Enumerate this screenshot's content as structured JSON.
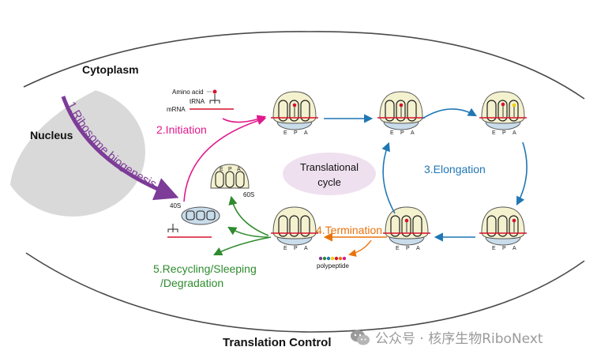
{
  "labels": {
    "cytoplasm": "Cytoplasm",
    "nucleus": "Nucleus",
    "biogenesis": "1.Ribosome biogenesis",
    "initiation": "2.Initiation",
    "elongation": "3.Elongation",
    "termination": "4.Termination",
    "recycling_line1": "5.Recycling/Sleeping",
    "recycling_line2": "/Degradation",
    "cycle_line1": "Translational",
    "cycle_line2": "cycle",
    "amino_acid": "Amino acid",
    "trna": "tRNA",
    "mrna": "mRNA",
    "subunit_40s": "40S",
    "subunit_60s": "60S",
    "polypeptide": "polypeptide",
    "site_e": "E",
    "site_p": "P",
    "site_a": "A",
    "footer": "Translation Control"
  },
  "watermark": "公众号 · 核序生物RiboNext",
  "colors": {
    "biogenesis": "#7d3c98",
    "initiation": "#e0198c",
    "elongation": "#1f77b4",
    "termination": "#e8730c",
    "recycling": "#2e8b2e",
    "mrna": "#d6122f",
    "large_subunit": "#f4f1cf",
    "small_subunit": "#c9dcea",
    "nucleus": "#d9d9d9",
    "cycle_bubble": "#efe0ef"
  },
  "icons": [
    "ribosome-icon",
    "trna-icon",
    "wechat-icon"
  ]
}
